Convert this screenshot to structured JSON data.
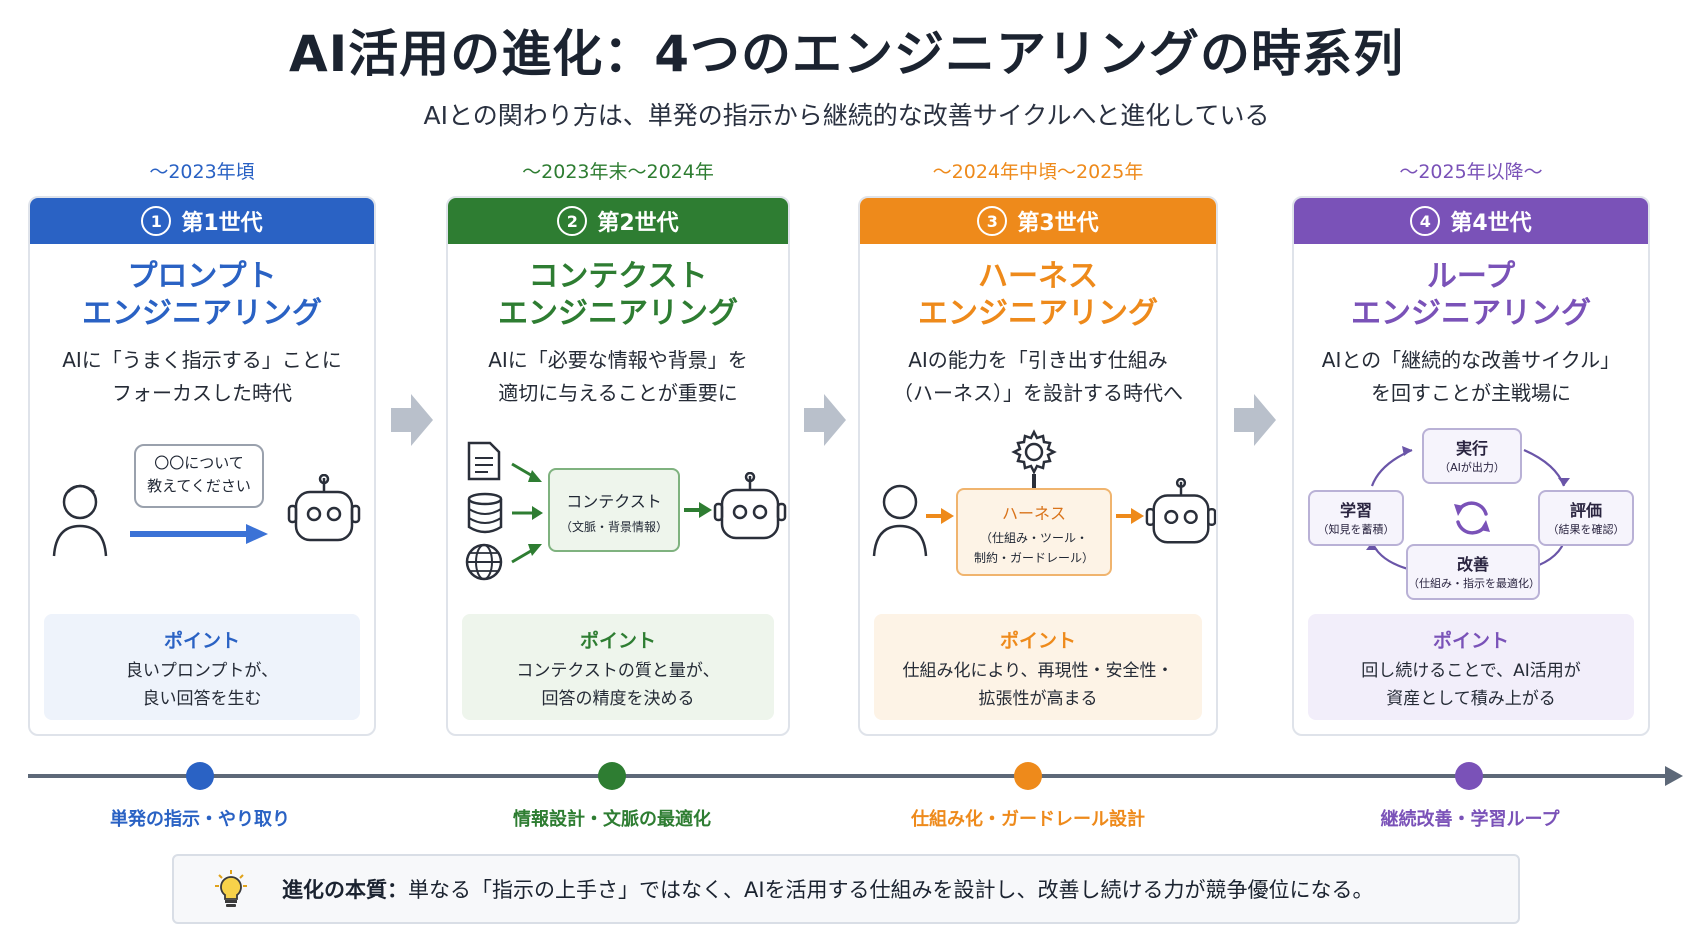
{
  "title": "AI活用の進化：4つのエンジニアリングの時系列",
  "subtitle": "AIとの関わり方は、単発の指示から継続的な改善サイクルへと進化している",
  "colors": {
    "gen1": "#2a62c4",
    "gen2": "#2e7d32",
    "gen3": "#ee8a1b",
    "gen4": "#7a52b8",
    "gen1_bg": "#eef3fb",
    "gen2_bg": "#eef5ec",
    "gen3_bg": "#fdf3e6",
    "gen4_bg": "#f2eefa"
  },
  "generations": [
    {
      "era": "～2023年頃",
      "number": "1",
      "header": "第1世代",
      "name_line1": "プロンプト",
      "name_line2": "エンジニアリング",
      "desc_line1": "AIに「うまく指示する」ことに",
      "desc_line2": "フォーカスした時代",
      "point_label": "ポイント",
      "point_line1": "良いプロンプトが、",
      "point_line2": "良い回答を生む",
      "timeline_label": "単発の指示・やり取り",
      "speech_line1": "〇〇について",
      "speech_line2": "教えてください"
    },
    {
      "era": "～2023年末～2024年",
      "number": "2",
      "header": "第2世代",
      "name_line1": "コンテクスト",
      "name_line2": "エンジニアリング",
      "desc_line1": "AIに「必要な情報や背景」を",
      "desc_line2": "適切に与えることが重要に",
      "point_label": "ポイント",
      "point_line1": "コンテクストの質と量が、",
      "point_line2": "回答の精度を決める",
      "timeline_label": "情報設計・文脈の最適化",
      "box_title": "コンテクスト",
      "box_sub": "（文脈・背景情報）"
    },
    {
      "era": "～2024年中頃～2025年",
      "number": "3",
      "header": "第3世代",
      "name_line1": "ハーネス",
      "name_line2": "エンジニアリング",
      "desc_line1": "AIの能力を「引き出す仕組み",
      "desc_line2": "（ハーネス）」を設計する時代へ",
      "point_label": "ポイント",
      "point_line1": "仕組み化により、再現性・安全性・",
      "point_line2": "拡張性が高まる",
      "timeline_label": "仕組み化・ガードレール設計",
      "box_title": "ハーネス",
      "box_sub1": "（仕組み・ツール・",
      "box_sub2": "制約・ガードレール）"
    },
    {
      "era": "～2025年以降～",
      "number": "4",
      "header": "第4世代",
      "name_line1": "ループ",
      "name_line2": "エンジニアリング",
      "desc_line1": "AIとの「継続的な改善サイクル」",
      "desc_line2": "を回すことが主戦場に",
      "point_label": "ポイント",
      "point_line1": "回し続けることで、AI活用が",
      "point_line2": "資産として積み上がる",
      "timeline_label": "継続改善・学習ループ",
      "cycle": [
        {
          "title": "実行",
          "sub": "（AIが出力）"
        },
        {
          "title": "評価",
          "sub": "（結果を確認）"
        },
        {
          "title": "改善",
          "sub": "（仕組み・指示を最適化）"
        },
        {
          "title": "学習",
          "sub": "（知見を蓄積）"
        }
      ]
    }
  ],
  "note": {
    "strong": "進化の本質：",
    "text": "単なる「指示の上手さ」ではなく、AIを活用する仕組みを設計し、改善し続ける力が競争優位になる。",
    "icon": "lightbulb-icon"
  }
}
